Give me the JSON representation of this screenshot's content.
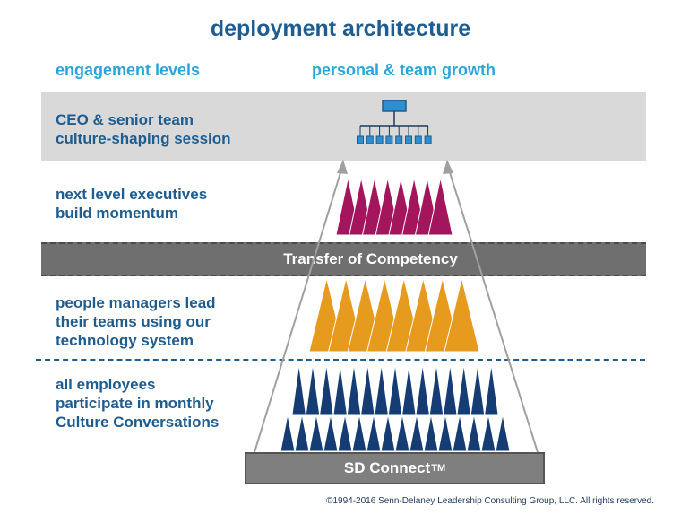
{
  "title": "deployment architecture",
  "headers": {
    "left": "engagement levels",
    "right": "personal & team growth"
  },
  "levels": [
    {
      "text": "CEO & senior team\nculture-shaping session"
    },
    {
      "text": "next level executives\nbuild momentum",
      "color": "#a3165e"
    },
    {
      "text": "people managers lead\ntheir teams using our\ntechnology system",
      "color": "#e69a1e"
    },
    {
      "text": "all employees\nparticipate in monthly\nCulture Conversations",
      "color": "#153d73"
    }
  ],
  "transfer_label": "Transfer of Competency",
  "foundation": {
    "label": "SD Connect",
    "superscript": "TM"
  },
  "copyright": "©1994-2016 Senn-Delaney Leadership Consulting Group, LLC. All rights reserved.",
  "colors": {
    "title": "#1f5c8f",
    "header": "#2aa5dc",
    "org_chart": "#2e8fd0"
  },
  "icons": [
    "org-chart-icon",
    "arrow-up-icon"
  ]
}
